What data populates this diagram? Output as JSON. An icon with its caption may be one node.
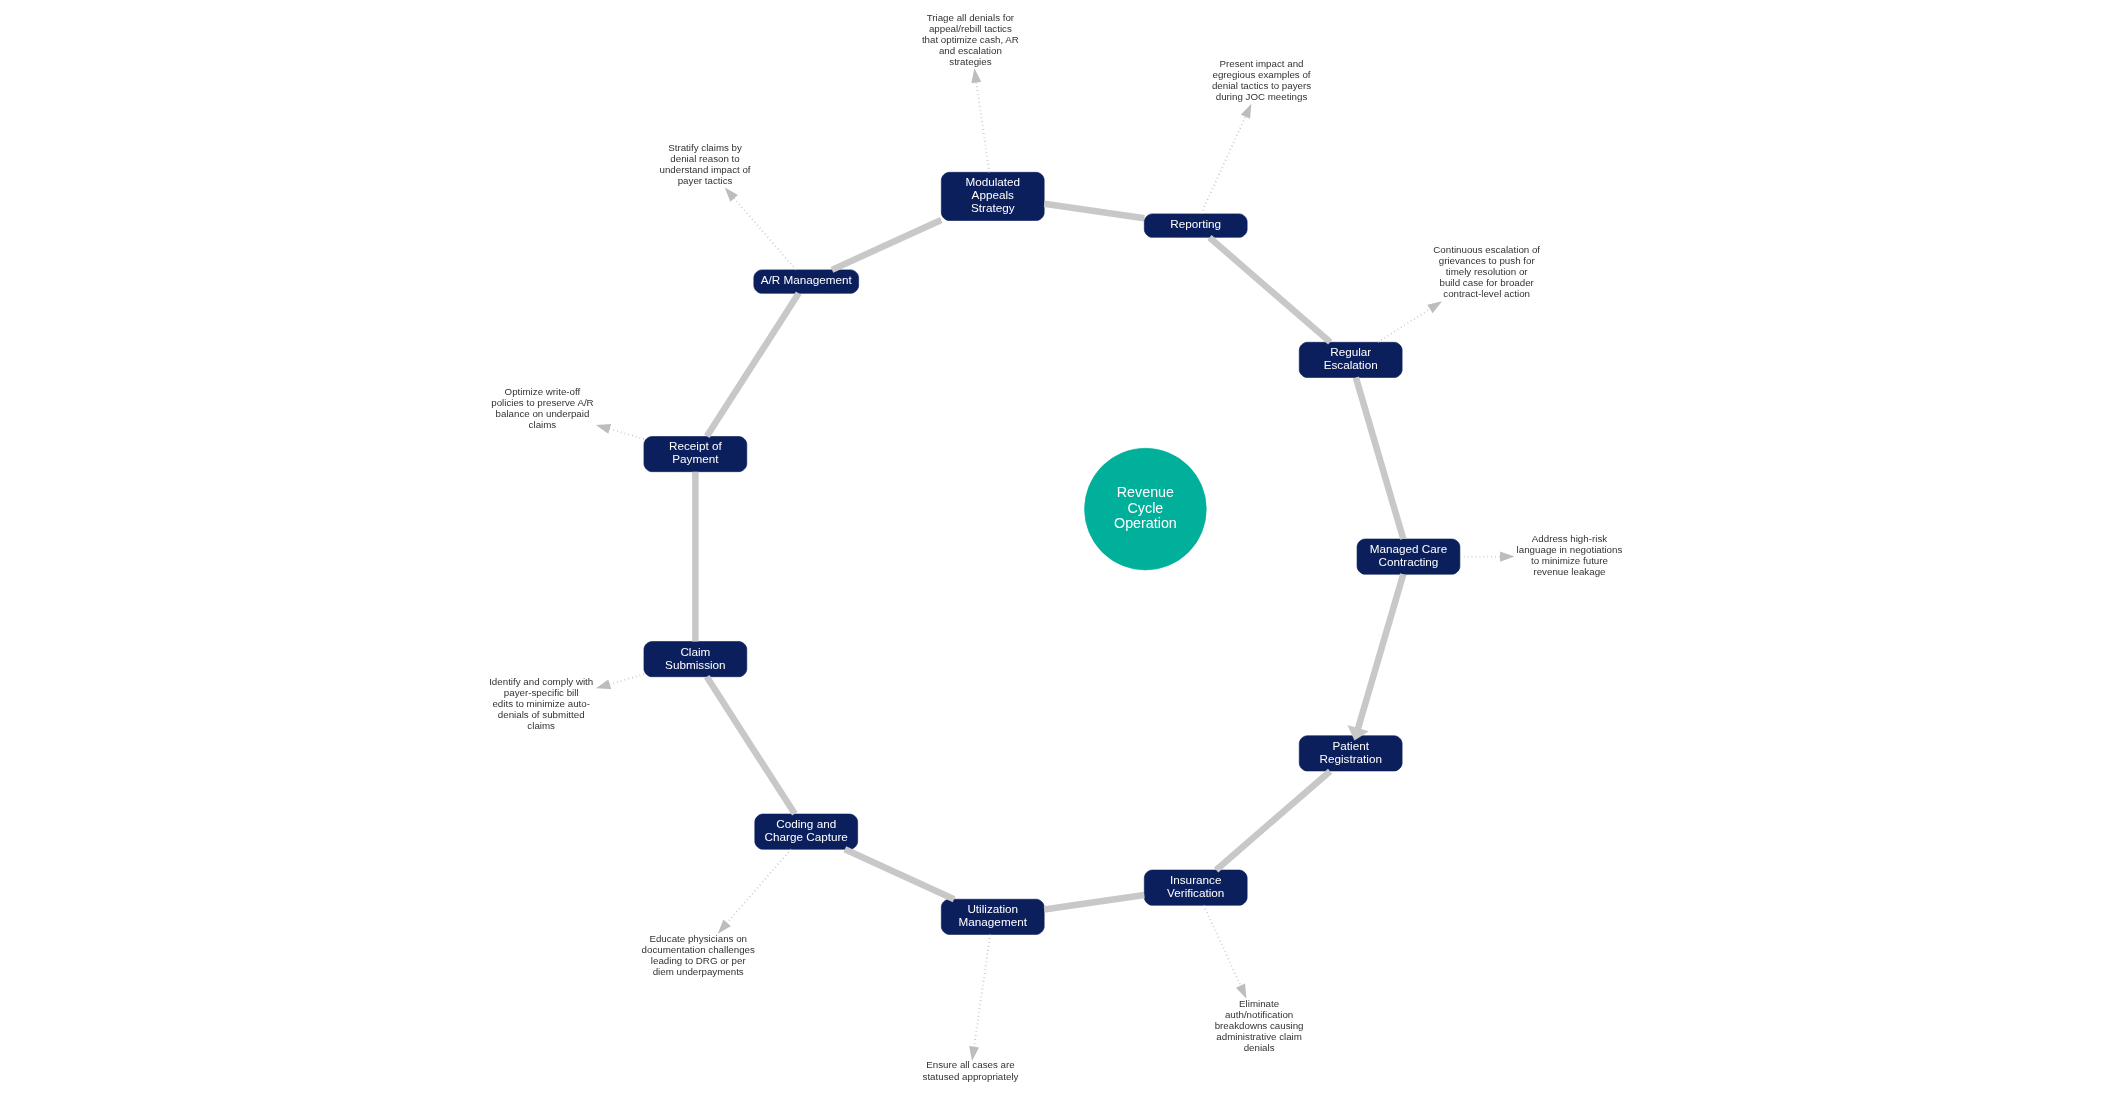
{
  "diagram": {
    "nodes": [
      {
        "text": [
          "Revenue Cycle Operation"
        ]
      },
      {
        "text": [
          "Patient Registration"
        ]
      },
      {
        "text": [
          "Insurance Verification"
        ]
      },
      {
        "text": [
          "Utilization Management"
        ]
      },
      {
        "text": [
          "Coding and Charge Capture"
        ]
      },
      {
        "text": [
          "Claim Submission"
        ]
      },
      {
        "text": [
          "Receipt of Payment"
        ]
      },
      {
        "text": [
          "A/R Management"
        ]
      },
      {
        "text": [
          "Modulated Appeals Strategy"
        ]
      },
      {
        "text": [
          "Reporting"
        ]
      },
      {
        "text": [
          "Regular Escalation"
        ]
      },
      {
        "text": [
          "Managed Care Contracting"
        ]
      },
      {
        "text": [
          "Eliminate auth/notification breakdowns causing administrative claim denials"
        ]
      },
      {
        "text": [
          "Ensure all cases are statused appropriately"
        ]
      },
      {
        "text": [
          "Educate physicians on documentation challenges leading to DRG or per diem underpayments"
        ]
      },
      {
        "text": [
          "Identify and comply with payer-specific bill edits to minimize auto-denials of submitted claims"
        ]
      },
      {
        "text": [
          "Optimize write-off policies to preserve A/R balance on underpaid claims"
        ]
      },
      {
        "text": [
          "Stratify claims by denial reason to understand impact of payer tactics"
        ]
      },
      {
        "text": [
          "Triage all denials for appeal/rebill tactics that optimize cash, AR and escalation strategies"
        ]
      },
      {
        "text": [
          "Present impact and egregious examples of denial tactics to payers during JOC meetings"
        ]
      },
      {
        "text": [
          "Continuous escalation of grievances to push for timely resolution or build case for broader contract-level action"
        ]
      },
      {
        "text": [
          "Address high-risk language in negotiations to minimize future revenue leakage"
        ]
      }
    ],
    "edges": [
      {
        "from": 1,
        "to": 2,
        "arrow": "none"
      },
      {
        "from": 2,
        "to": 3,
        "arrow": "none"
      },
      {
        "from": 3,
        "to": 4,
        "arrow": "none"
      },
      {
        "from": 4,
        "to": 5,
        "arrow": "none"
      },
      {
        "from": 5,
        "to": 6,
        "arrow": "none"
      },
      {
        "from": 6,
        "to": 7,
        "arrow": "none"
      },
      {
        "from": 7,
        "to": 8,
        "arrow": "none"
      },
      {
        "from": 8,
        "to": 9,
        "arrow": "none"
      },
      {
        "from": 9,
        "to": 10,
        "arrow": "none"
      },
      {
        "from": 10,
        "to": 11,
        "arrow": "none"
      },
      {
        "from": 11,
        "to": 1,
        "arrow": "to"
      },
      {
        "from": 2,
        "to": 12,
        "arrow": "to",
        "style": "dashed"
      },
      {
        "from": 3,
        "to": 13,
        "arrow": "to",
        "style": "dashed"
      },
      {
        "from": 4,
        "to": 14,
        "arrow": "to",
        "style": "dashed"
      },
      {
        "from": 5,
        "to": 15,
        "arrow": "to",
        "style": "dashed"
      },
      {
        "from": 6,
        "to": 16,
        "arrow": "to",
        "style": "dashed"
      },
      {
        "from": 7,
        "to": 17,
        "arrow": "to",
        "style": "dashed"
      },
      {
        "from": 8,
        "to": 18,
        "arrow": "to",
        "style": "dashed"
      },
      {
        "from": 9,
        "to": 19,
        "arrow": "to",
        "style": "dashed"
      },
      {
        "from": 10,
        "to": 20,
        "arrow": "to",
        "style": "dashed"
      },
      {
        "from": 11,
        "to": 21,
        "arrow": "to",
        "style": "dashed"
      }
    ]
  }
}
